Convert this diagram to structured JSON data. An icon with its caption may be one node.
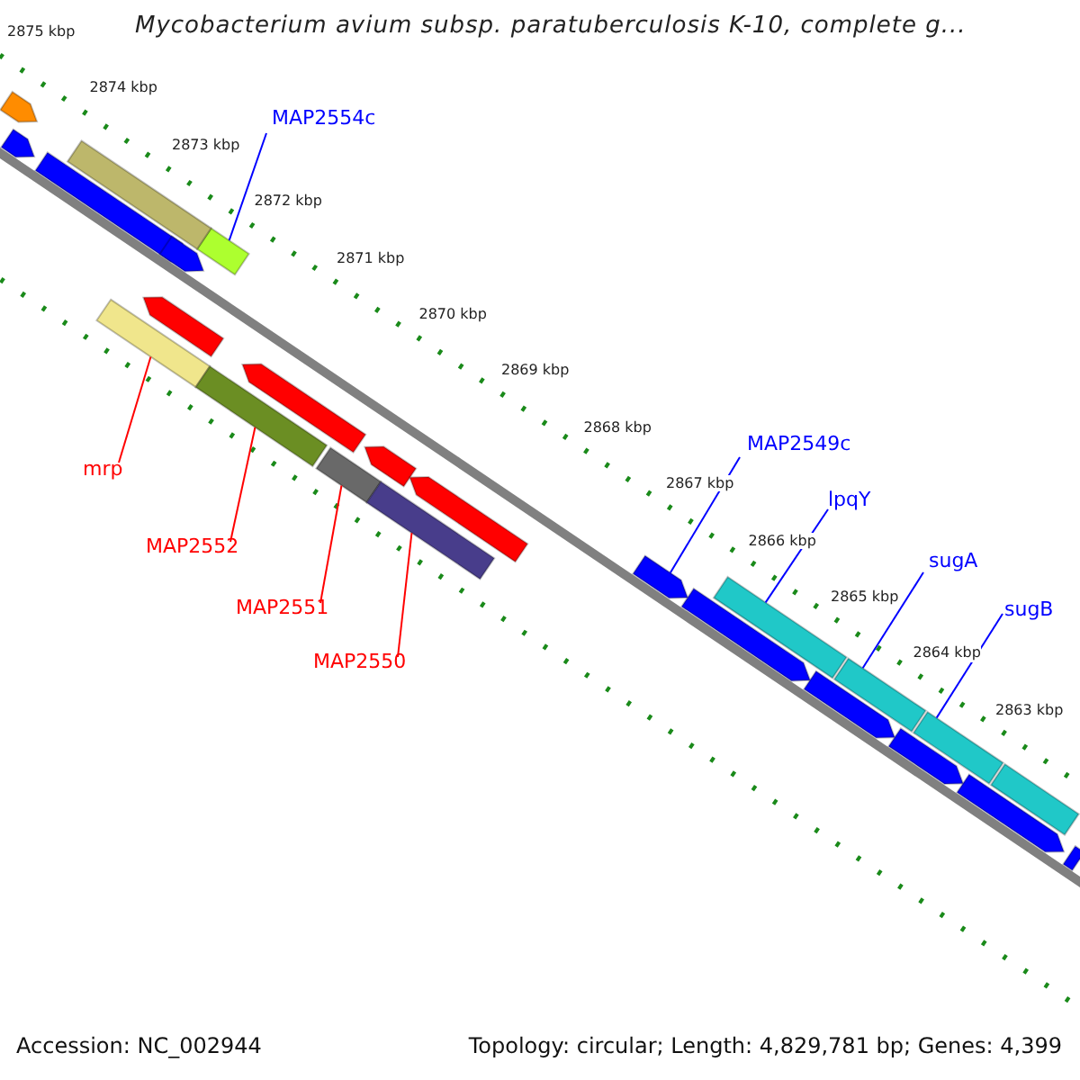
{
  "diagram": {
    "title": "Mycobacterium avium subsp. paratuberculosis K-10, complete g...",
    "nodes": [
      {
        "text": [
          "MAP2554c"
        ]
      },
      {
        "text": [],
        "shape": "bar"
      },
      {
        "text": [
          "MAP2549c"
        ]
      },
      {
        "text": [
          "lpqY"
        ]
      },
      {
        "text": [
          "sugA"
        ]
      },
      {
        "text": [
          "sugB"
        ]
      },
      {
        "text": [
          "mrp"
        ]
      },
      {
        "text": [
          "MAP2552"
        ]
      },
      {
        "text": [
          "MAP2551"
        ]
      },
      {
        "text": [
          "MAP2550"
        ]
      },
      {
        "text": [],
        "shape": "bar"
      },
      {
        "text": [],
        "shape": "bar"
      },
      {
        "text": [],
        "shape": "bar"
      },
      {
        "text": [],
        "shape": "bar"
      },
      {
        "text": [],
        "shape": "bar"
      },
      {
        "text": [],
        "shape": "bar"
      },
      {
        "text": [],
        "shape": "bar"
      },
      {
        "text": [],
        "shape": "bar"
      },
      {
        "text": [],
        "shape": "bar"
      },
      {
        "text": [],
        "shape": "bar"
      },
      {
        "text": [],
        "shape": "bar"
      },
      {
        "text": [],
        "shape": "bar"
      },
      {
        "text": [],
        "shape": "bar"
      },
      {
        "text": [],
        "shape": "bar"
      },
      {
        "text": [],
        "shape": "bar"
      },
      {
        "text": [],
        "shape": "bar"
      },
      {
        "text": [],
        "shape": "bar"
      },
      {
        "text": [],
        "shape": "bar"
      },
      {
        "text": [],
        "shape": "bar"
      },
      {
        "text": [],
        "shape": "bar"
      },
      {
        "text": [],
        "shape": "bar"
      },
      {
        "text": [],
        "shape": "bar"
      },
      {
        "text": [],
        "shape": "bar"
      }
    ],
    "edges": [
      {
        "from": 0,
        "to": 1,
        "arrow": "none"
      },
      {
        "from": 2,
        "to": 14,
        "arrow": "none"
      },
      {
        "from": 3,
        "to": 15,
        "arrow": "none"
      },
      {
        "from": 4,
        "to": 16,
        "arrow": "none"
      },
      {
        "from": 5,
        "to": 17,
        "arrow": "none"
      },
      {
        "from": 6,
        "to": 10,
        "arrow": "none",
        "color": "#ff0000"
      },
      {
        "from": 7,
        "to": 11,
        "arrow": "none",
        "color": "#ff0000"
      },
      {
        "from": 8,
        "to": 12,
        "arrow": "none",
        "color": "#ff0000"
      },
      {
        "from": 9,
        "to": 13,
        "arrow": "none",
        "color": "#ff0000"
      }
    ],
    "labels": [
      "2875 kbp",
      "2874 kbp",
      "2873 kbp",
      "2872 kbp",
      "2871 kbp",
      "2870 kbp",
      "2869 kbp",
      "2868 kbp",
      "2867 kbp",
      "2866 kbp",
      "2865 kbp",
      "2864 kbp",
      "2863 kbp",
      "Accession: NC_002944",
      "Topology: circular; Length: 4,829,781 bp; Genes: 4,399"
    ]
  }
}
